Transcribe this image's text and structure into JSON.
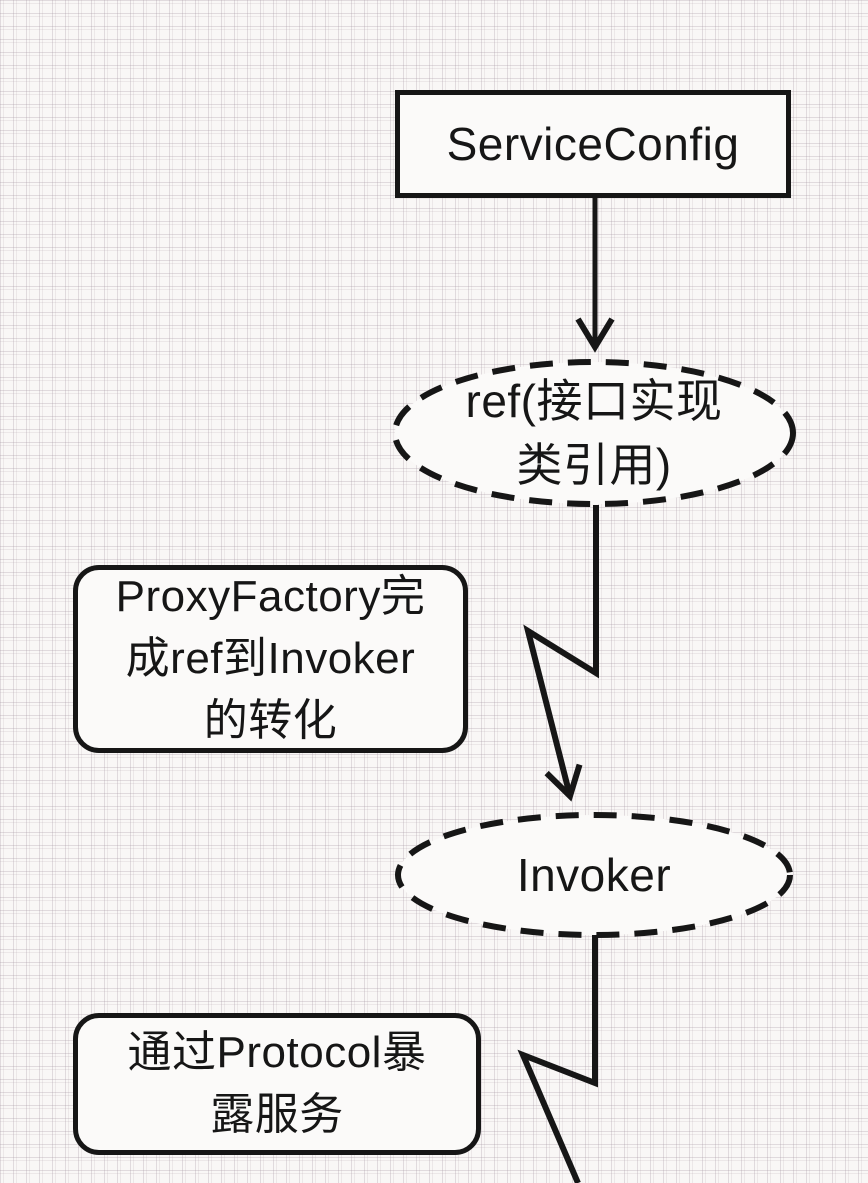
{
  "diagram": {
    "nodes": {
      "service_config": {
        "label": "ServiceConfig",
        "shape": "rectangle"
      },
      "ref": {
        "label": "ref(接口实现\n类引用)",
        "shape": "dashed-ellipse"
      },
      "invoker": {
        "label": "Invoker",
        "shape": "dashed-ellipse"
      },
      "proxy_note": {
        "label": "ProxyFactory完\n成ref到Invoker\n的转化",
        "shape": "rounded-rectangle"
      },
      "protocol_note": {
        "label": "通过Protocol暴\n露服务",
        "shape": "rounded-rectangle"
      }
    },
    "edges": [
      {
        "from": "service_config",
        "to": "ref",
        "style": "straight-arrow"
      },
      {
        "from": "ref",
        "to": "invoker",
        "style": "zigzag-arrow"
      },
      {
        "from": "invoker",
        "to": "offscreen-bottom",
        "style": "zigzag-line"
      }
    ],
    "colors": {
      "ink": "#161616",
      "node_fill": "#fbfaf9",
      "paper": "#f9f7f6",
      "grid_line": "#d9d2d7"
    }
  }
}
